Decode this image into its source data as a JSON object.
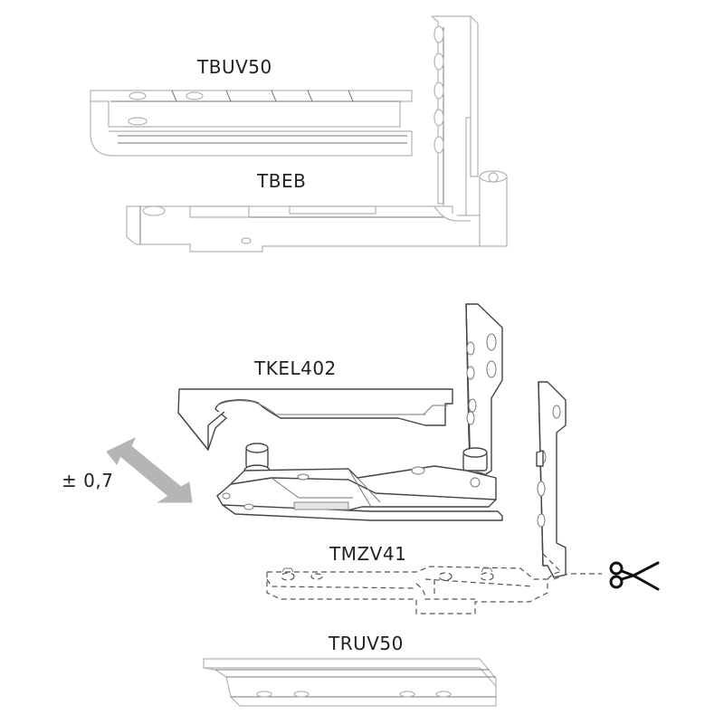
{
  "labels": {
    "tbuv50": "TBUV50",
    "tbeb": "TBEB",
    "tkel402": "TKEL402",
    "tolerance": "± 0,7",
    "tmzv41": "TMZV41",
    "truv50": "TRUV50"
  },
  "colors": {
    "line": "#6a6a6a",
    "light_line": "#b4b4b4",
    "arrow_fill": "#b5b5b5",
    "text": "#222222"
  },
  "icons": {
    "cut": "scissors-icon",
    "adjust": "double-arrow-icon"
  }
}
